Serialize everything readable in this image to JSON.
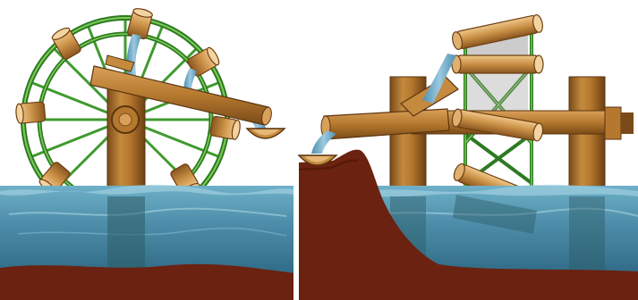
{
  "panels": [
    {
      "id": "left",
      "subject": "noria-waterwheel-with-bamboo-tubes"
    },
    {
      "id": "right",
      "subject": "bamboo-tube-lifting-frame"
    }
  ],
  "colors": {
    "sky": "#ffffff",
    "water_top": "#5d9fb8",
    "water_mid": "#4a88a4",
    "water_deep": "#2f6a85",
    "soil": "#6b2210",
    "soil_dark": "#541807",
    "wood": "#b5782e",
    "wood_light": "#d9a05a",
    "wood_dark": "#7a4a18",
    "rim_green": "#3f9a2f",
    "rim_green_light": "#7ccc55",
    "bamboo": "#d6a564",
    "stream": "#6fa9c9"
  },
  "icons": [
    "water-wheel",
    "bamboo-tube",
    "wooden-trough",
    "wooden-post",
    "support-frame"
  ]
}
